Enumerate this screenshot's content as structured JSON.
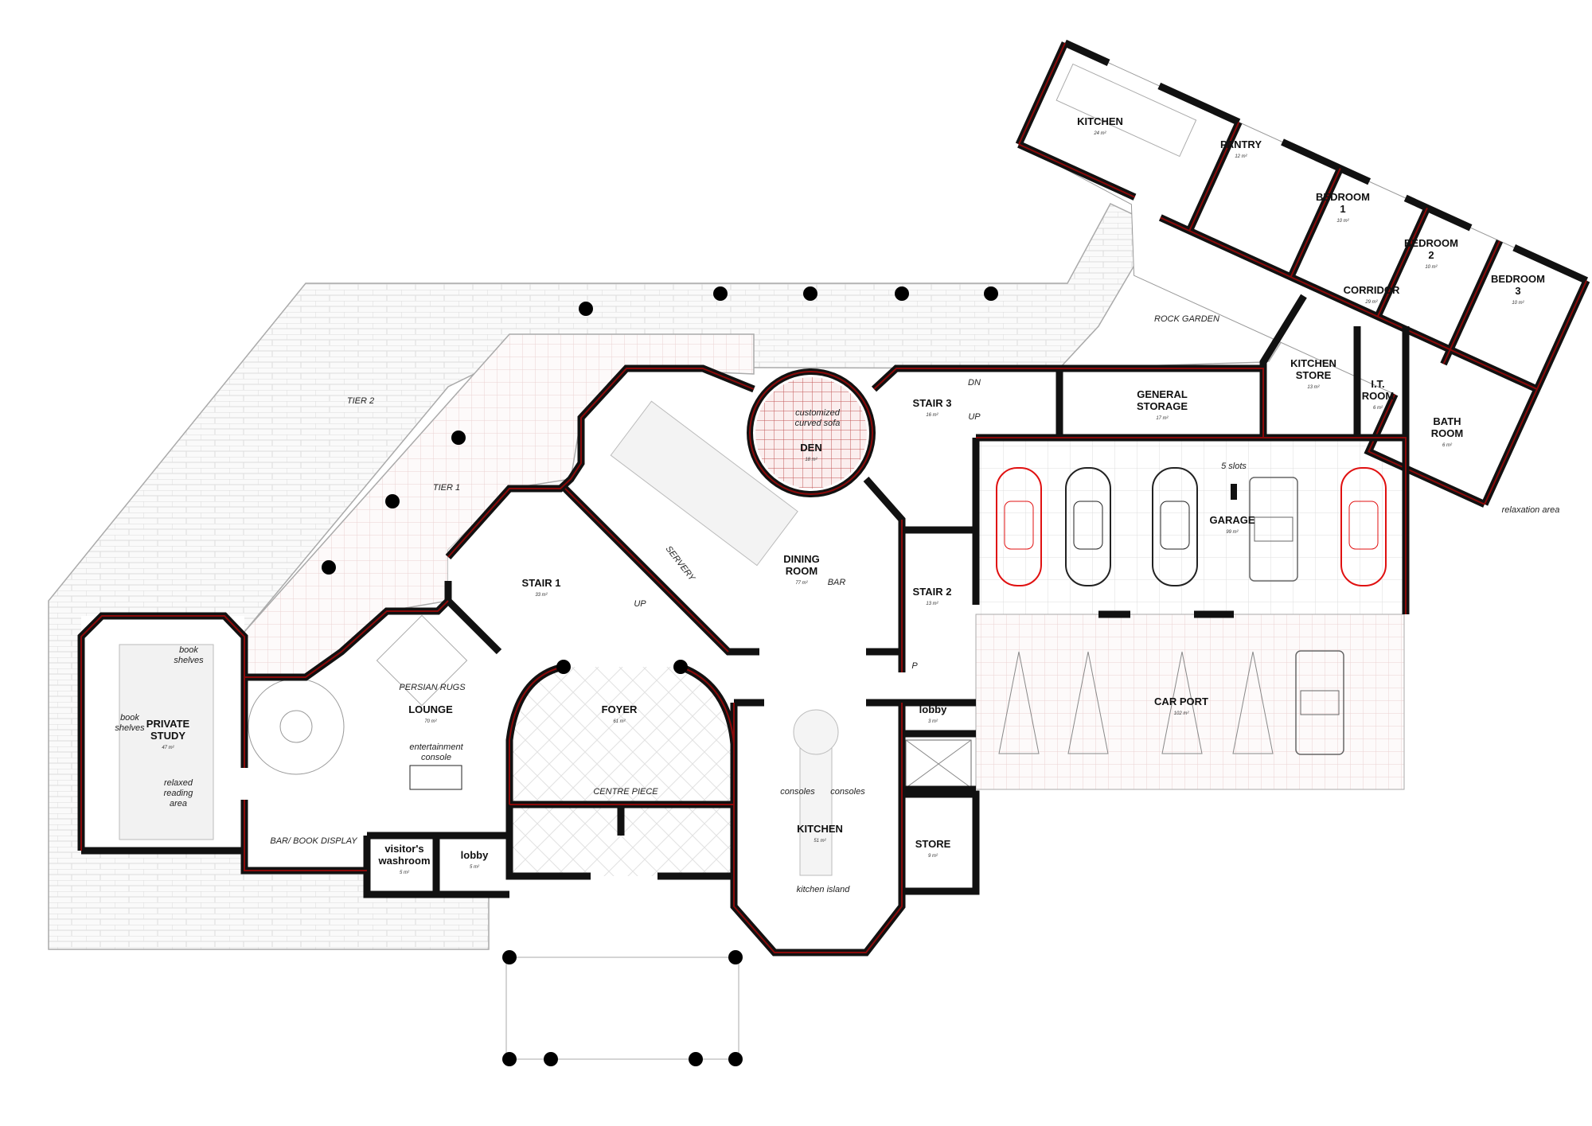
{
  "plan": {
    "rooms": [
      {
        "name": [
          "KITCHEN"
        ],
        "area": "24 m²"
      },
      {
        "name": [
          "PANTRY"
        ],
        "area": "12 m²"
      },
      {
        "name": [
          "BEDROOM",
          "1"
        ],
        "area": "10 m²"
      },
      {
        "name": [
          "BEDROOM",
          "2"
        ],
        "area": "10 m²"
      },
      {
        "name": [
          "BEDROOM",
          "3"
        ],
        "area": "10 m²"
      },
      {
        "name": [
          "CORRIDOR"
        ],
        "area": "29 m²"
      },
      {
        "name": [
          "KITCHEN",
          "STORE"
        ],
        "area": "13 m²"
      },
      {
        "name": [
          "I.T.",
          "ROOM"
        ],
        "area": "6 m²"
      },
      {
        "name": [
          "BATH",
          "ROOM"
        ],
        "area": "6 m²"
      },
      {
        "name": [
          "GENERAL",
          "STORAGE"
        ],
        "area": "17 m²"
      },
      {
        "name": [
          "STAIR 3"
        ],
        "area": "16 m²"
      },
      {
        "name": [
          "DEN"
        ],
        "area": "18 m²"
      },
      {
        "name": [
          "DINING",
          "ROOM"
        ],
        "area": "77 m²"
      },
      {
        "name": [
          "STAIR 2"
        ],
        "area": "13 m²"
      },
      {
        "name": [
          "GARAGE"
        ],
        "area": "99 m²"
      },
      {
        "name": [
          "CAR PORT"
        ],
        "area": "102 m²"
      },
      {
        "name": [
          "lobby"
        ],
        "area": "3 m²"
      },
      {
        "name": [
          "KITCHEN"
        ],
        "area": "51 m²"
      },
      {
        "name": [
          "STORE"
        ],
        "area": "9 m²"
      },
      {
        "name": [
          "FOYER"
        ],
        "area": "61 m²"
      },
      {
        "name": [
          "STAIR 1"
        ],
        "area": "33 m²"
      },
      {
        "name": [
          "LOUNGE"
        ],
        "area": "70 m²"
      },
      {
        "name": [
          "PRIVATE",
          "STUDY"
        ],
        "area": "47 m²"
      },
      {
        "name": [
          "visitor's",
          "washroom"
        ],
        "area": "5 m²"
      },
      {
        "name": [
          "lobby"
        ],
        "area": "5 m²"
      }
    ],
    "notes": [
      {
        "text": [
          "TIER 2"
        ]
      },
      {
        "text": [
          "TIER 1"
        ]
      },
      {
        "text": [
          "ROCK GARDEN"
        ]
      },
      {
        "text": [
          "relaxation area"
        ]
      },
      {
        "text": [
          "customized",
          "curved sofa"
        ]
      },
      {
        "text": [
          "BAR"
        ]
      },
      {
        "text": [
          "SERVERY"
        ]
      },
      {
        "text": [
          "5 slots"
        ]
      },
      {
        "text": [
          "consoles"
        ]
      },
      {
        "text": [
          "consoles"
        ]
      },
      {
        "text": [
          "kitchen island"
        ]
      },
      {
        "text": [
          "CENTRE PIECE"
        ]
      },
      {
        "text": [
          "UP"
        ]
      },
      {
        "text": [
          "PERSIAN RUGS"
        ]
      },
      {
        "text": [
          "entertainment",
          "console"
        ]
      },
      {
        "text": [
          "book",
          "shelves"
        ]
      },
      {
        "text": [
          "book",
          "shelves"
        ]
      },
      {
        "text": [
          "relaxed",
          "reading",
          "area"
        ]
      },
      {
        "text": [
          "BAR/ BOOK DISPLAY"
        ]
      },
      {
        "text": [
          "DN"
        ]
      },
      {
        "text": [
          "UP"
        ]
      },
      {
        "text": [
          "P"
        ]
      }
    ]
  },
  "colors": {
    "wall": "#111111",
    "wall_core": "#8a0a0a",
    "red_car": "#e01010",
    "grid": "#e8c8c8",
    "paving": "#d8d8d8"
  }
}
